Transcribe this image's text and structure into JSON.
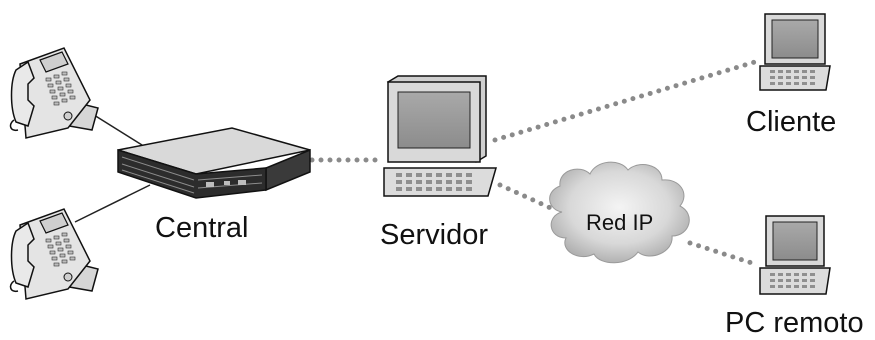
{
  "labels": {
    "central": "Central",
    "servidor": "Servidor",
    "cliente": "Cliente",
    "red_ip": "Red IP",
    "pc_remoto": "PC remoto"
  },
  "nodes": [
    {
      "id": "phone-top",
      "kind": "telephone"
    },
    {
      "id": "phone-bottom",
      "kind": "telephone"
    },
    {
      "id": "central",
      "kind": "pbx"
    },
    {
      "id": "servidor",
      "kind": "desktop-computer"
    },
    {
      "id": "cliente",
      "kind": "laptop"
    },
    {
      "id": "red-ip",
      "kind": "cloud"
    },
    {
      "id": "pc-remoto",
      "kind": "laptop"
    }
  ],
  "connections": [
    {
      "from": "phone-top",
      "to": "central",
      "style": "solid"
    },
    {
      "from": "phone-bottom",
      "to": "central",
      "style": "solid"
    },
    {
      "from": "central",
      "to": "servidor",
      "style": "dotted"
    },
    {
      "from": "servidor",
      "to": "cliente",
      "style": "dotted"
    },
    {
      "from": "servidor",
      "to": "red-ip",
      "style": "dotted"
    },
    {
      "from": "red-ip",
      "to": "pc-remoto",
      "style": "dotted"
    }
  ],
  "colors": {
    "device_light": "#e2e2e2",
    "device_mid": "#bdbdbd",
    "device_dark": "#2f2f2f",
    "screen": "#9a9a9a",
    "dots": "#8a8a8a",
    "outline": "#111111"
  }
}
